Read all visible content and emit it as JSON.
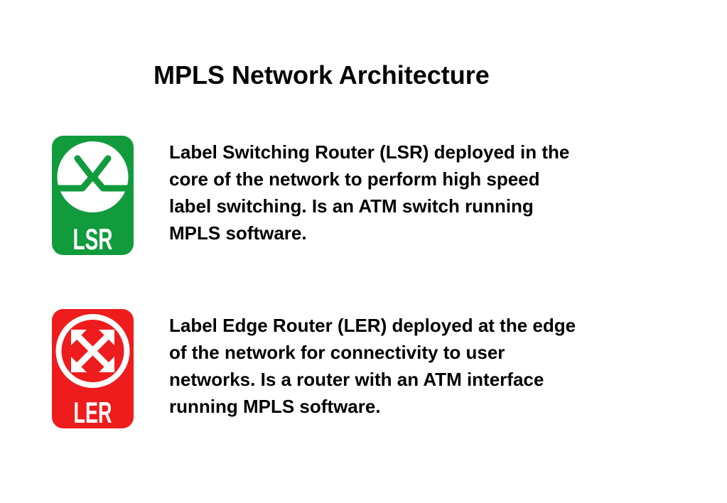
{
  "title": "MPLS Network Architecture",
  "items": [
    {
      "badge": "LSR",
      "icon": "lsr-router-icon",
      "color": "#119b3c",
      "lines": [
        "Label Switching Router (LSR) deployed in the",
        "core of the network to perform high speed",
        "label switching. Is an ATM switch running",
        "MPLS software."
      ]
    },
    {
      "badge": "LER",
      "icon": "ler-router-icon",
      "color": "#ee1c1c",
      "lines": [
        "Label Edge Router (LER) deployed at the edge",
        "of the network for connectivity to user",
        "networks. Is a router with an ATM interface",
        "running MPLS software."
      ]
    }
  ]
}
